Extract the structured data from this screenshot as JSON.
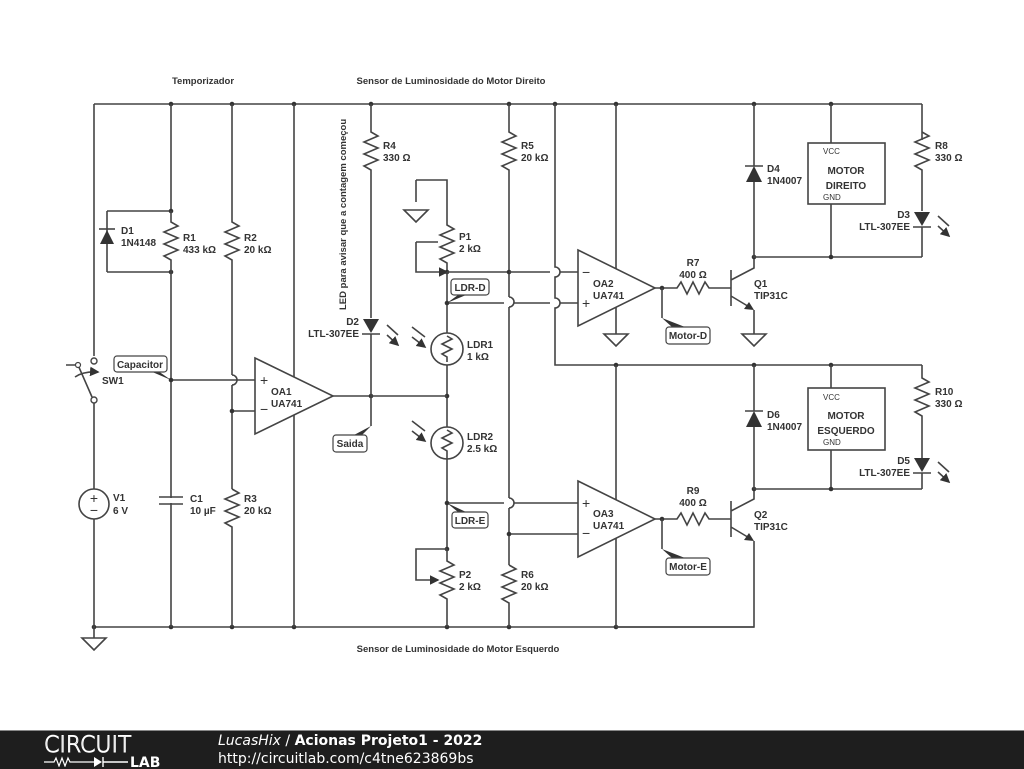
{
  "sections": {
    "timer": "Temporizador",
    "right_sensor": "Sensor de Luminosidade do Motor Direito",
    "left_sensor": "Sensor de Luminosidade do Motor Esquerdo",
    "led_note": "LED para avisar que a contagem começou"
  },
  "components": {
    "sw1": {
      "name": "SW1"
    },
    "v1": {
      "name": "V1",
      "value": "6 V"
    },
    "d1": {
      "name": "D1",
      "value": "1N4148"
    },
    "r1": {
      "name": "R1",
      "value": "433 kΩ"
    },
    "r2": {
      "name": "R2",
      "value": "20 kΩ"
    },
    "r3": {
      "name": "R3",
      "value": "20 kΩ"
    },
    "c1": {
      "name": "C1",
      "value": "10 µF"
    },
    "oa1": {
      "name": "OA1",
      "value": "UA741"
    },
    "r4": {
      "name": "R4",
      "value": "330 Ω"
    },
    "d2": {
      "name": "D2",
      "value": "LTL-307EE"
    },
    "p1": {
      "name": "P1",
      "value": "2 kΩ"
    },
    "p2": {
      "name": "P2",
      "value": "2 kΩ"
    },
    "ldr1": {
      "name": "LDR1",
      "value": "1 kΩ"
    },
    "ldr2": {
      "name": "LDR2",
      "value": "2.5 kΩ"
    },
    "r5": {
      "name": "R5",
      "value": "20 kΩ"
    },
    "r6": {
      "name": "R6",
      "value": "20 kΩ"
    },
    "oa2": {
      "name": "OA2",
      "value": "UA741"
    },
    "oa3": {
      "name": "OA3",
      "value": "UA741"
    },
    "r7": {
      "name": "R7",
      "value": "400 Ω"
    },
    "r9": {
      "name": "R9",
      "value": "400 Ω"
    },
    "q1": {
      "name": "Q1",
      "value": "TIP31C"
    },
    "q2": {
      "name": "Q2",
      "value": "TIP31C"
    },
    "d4": {
      "name": "D4",
      "value": "1N4007"
    },
    "d6": {
      "name": "D6",
      "value": "1N4007"
    },
    "r8": {
      "name": "R8",
      "value": "330 Ω"
    },
    "r10": {
      "name": "R10",
      "value": "330 Ω"
    },
    "d3": {
      "name": "D3",
      "value": "LTL-307EE"
    },
    "d5": {
      "name": "D5",
      "value": "LTL-307EE"
    },
    "motor_right": {
      "line1": "MOTOR",
      "line2": "DIREITO",
      "vcc": "VCC",
      "gnd": "GND"
    },
    "motor_left": {
      "line1": "MOTOR",
      "line2": "ESQUERDO",
      "vcc": "VCC",
      "gnd": "GND"
    }
  },
  "net_labels": {
    "capacitor": "Capacitor",
    "saida": "Saida",
    "ldr_d": "LDR-D",
    "ldr_e": "LDR-E",
    "motor_d": "Motor-D",
    "motor_e": "Motor-E"
  },
  "footer": {
    "logo_top": "CIRCUIT",
    "logo_bottom": "LAB",
    "author": "LucasHix",
    "separator": " / ",
    "title": "Acionas Projeto1 - 2022",
    "url": "http://circuitlab.com/c4tne623869bs"
  }
}
